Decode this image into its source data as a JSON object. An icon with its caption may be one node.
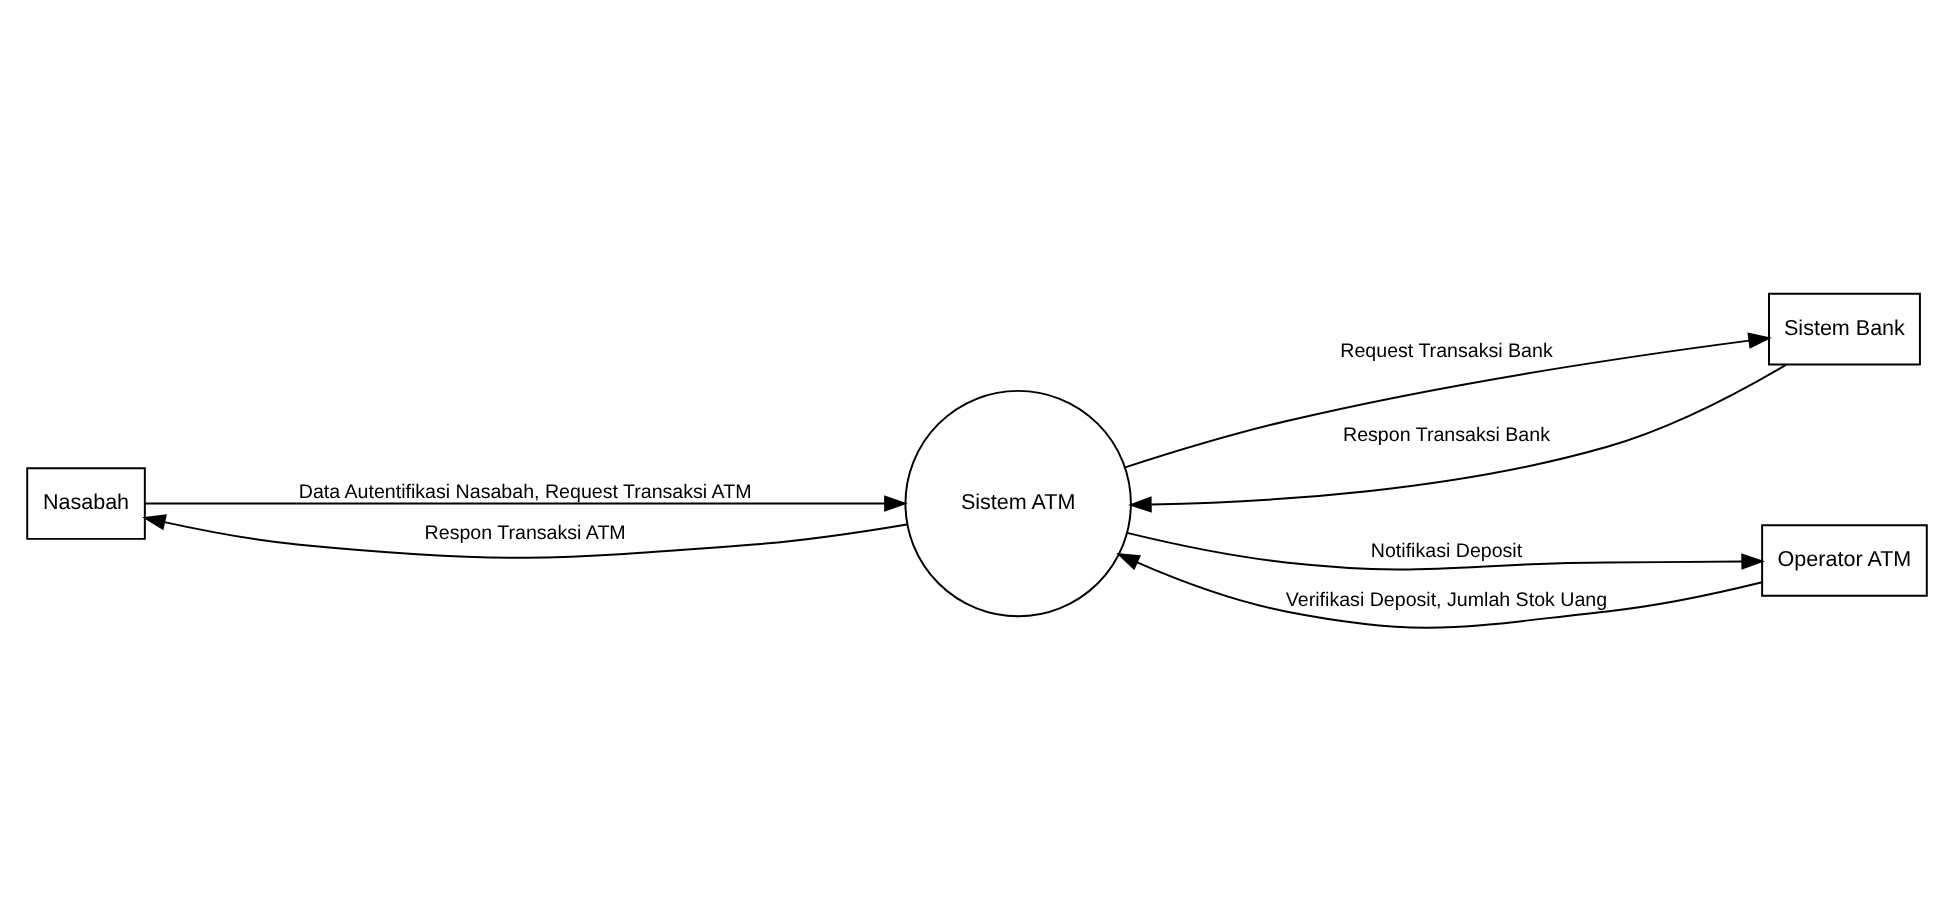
{
  "diagram": {
    "nodes": [
      {
        "text": [
          "Sistem Bank"
        ]
      },
      {
        "text": [
          "Nasabah"
        ]
      },
      {
        "text": [
          "Sistem ATM"
        ]
      },
      {
        "text": [
          "Operator ATM"
        ]
      }
    ],
    "edges": [
      {
        "from": 0,
        "to": 2,
        "arrow": "to",
        "label": "Respon Transaksi Bank"
      },
      {
        "from": 1,
        "to": 2,
        "arrow": "to",
        "label": "Data Autentifikasi Nasabah, Request Transaksi ATM"
      },
      {
        "from": 2,
        "to": 0,
        "arrow": "to",
        "label": "Request Transaksi Bank"
      },
      {
        "from": 2,
        "to": 3,
        "arrow": "to",
        "label": "Notifikasi Deposit"
      },
      {
        "from": 2,
        "to": 1,
        "arrow": "to",
        "label": "Respon Transaksi ATM"
      },
      {
        "from": 3,
        "to": 2,
        "arrow": "to",
        "label": "Verifikasi Deposit, Jumlah Stok Uang"
      }
    ]
  }
}
